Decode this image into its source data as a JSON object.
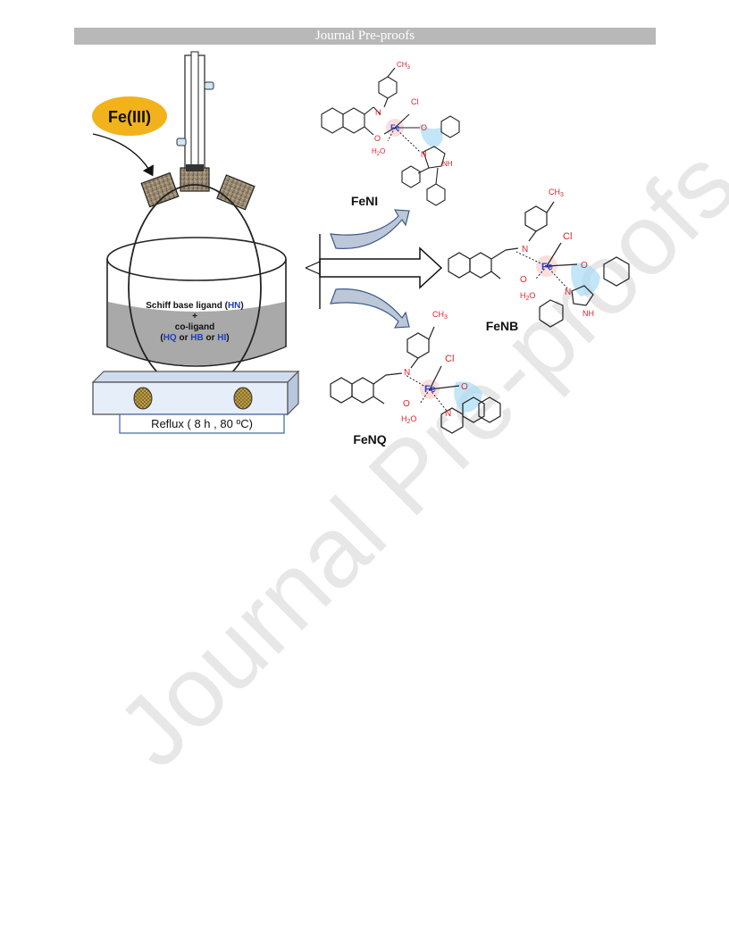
{
  "header": {
    "title": "Journal Pre-proofs"
  },
  "watermark": {
    "text": "Journal Pre-proofs"
  },
  "figure": {
    "metal_label": "Fe(III)",
    "flask_text": {
      "line1_prefix": "Schiff base ligand  (",
      "line1_code": "HN",
      "line1_suffix": ")",
      "plus": "+",
      "line3": "co-ligand",
      "line4_open": "(",
      "code_hq": "HQ",
      "or1": " or ",
      "code_hb": "HB",
      "or2": " or ",
      "code_hi": "HI",
      "line4_close": ")"
    },
    "reflux_label": "Reflux ( 8 h , 80 ºC)",
    "complexes": {
      "feni": {
        "label": "FeNI",
        "ch3": "CH",
        "ch3_sub": "3",
        "cl": "Cl",
        "n": "N",
        "fe": "Fe",
        "o1": "O",
        "o2": "O",
        "h2o_h": "H",
        "h2o_2": "2",
        "h2o_o": "O",
        "ring_n": "N",
        "nh": "NH"
      },
      "fenb": {
        "label": "FeNB",
        "ch3": "CH",
        "ch3_sub": "3",
        "cl": "Cl",
        "n": "N",
        "fe": "Fe",
        "o1": "O",
        "o2": "O",
        "h2o_h": "H",
        "h2o_2": "2",
        "h2o_o": "O",
        "ring_n": "N",
        "nh": "NH"
      },
      "fenq": {
        "label": "FeNQ",
        "ch3": "CH",
        "ch3_sub": "3",
        "cl": "Cl",
        "n": "N",
        "fe": "Fe",
        "o1": "O",
        "o2": "O",
        "h2o_h": "H",
        "h2o_2": "2",
        "h2o_o": "O",
        "ring_n": "N"
      }
    }
  },
  "colors": {
    "header_bg": "#b8b8b8",
    "metal_badge": "#f2b21c",
    "ligand_code": "#1f3fbf",
    "heteroatom": "#e0242a",
    "iron": "#2a3fd6",
    "hotplate": "#e6eefa",
    "liquid": "#a9a9a9",
    "chelate_highlight": "#a8dcf5"
  }
}
